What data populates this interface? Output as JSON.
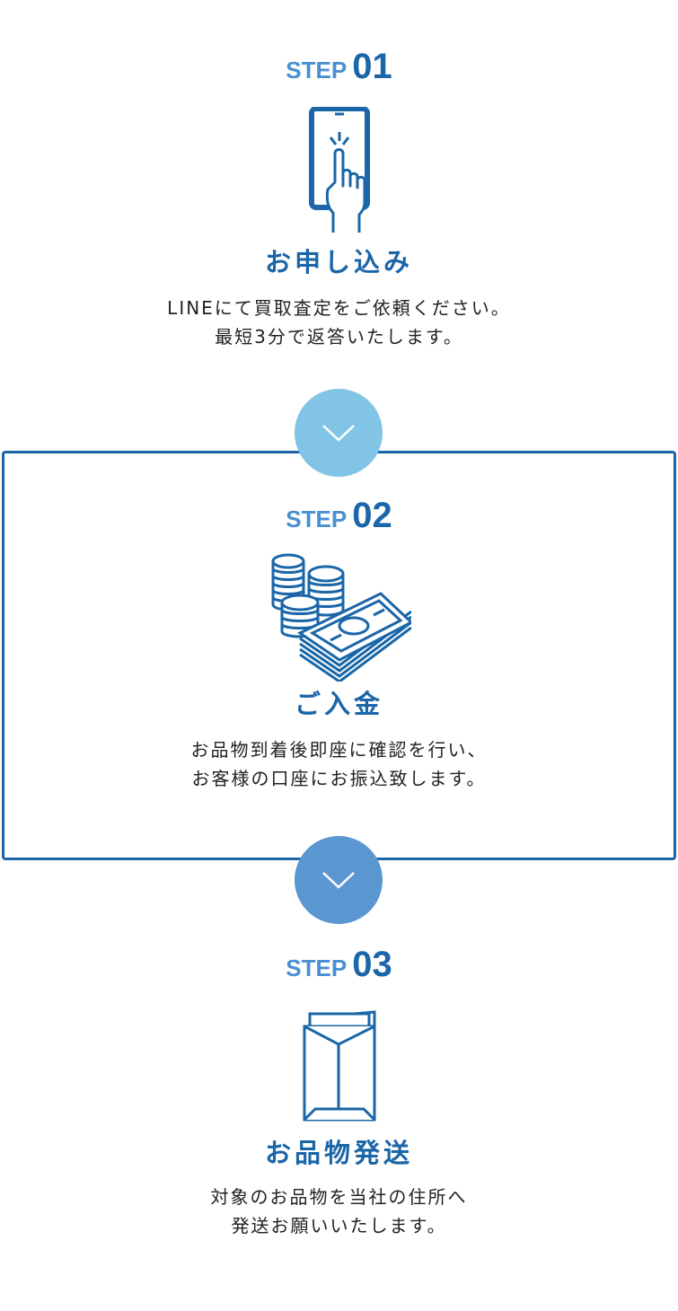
{
  "steps": [
    {
      "step_word": "STEP",
      "number": "01",
      "title": "お申し込み",
      "desc": [
        "LINEにて買取査定をご依頼ください。",
        "最短3分で返答いたします。"
      ]
    },
    {
      "step_word": "STEP",
      "number": "02",
      "title": "ご入金",
      "desc": [
        "お品物到着後即座に確認を行い、",
        "お客様の口座にお振込致します。"
      ]
    },
    {
      "step_word": "STEP",
      "number": "03",
      "title": "お品物発送",
      "desc": [
        "対象のお品物を当社の住所へ",
        "発送お願いいたします。"
      ]
    }
  ],
  "colors": {
    "primary": "#1a66a8",
    "step_word": "#4a8fd0",
    "arrow1": "#82c4e6",
    "arrow2": "#5a96cf",
    "box_border": "#1a66a8"
  }
}
